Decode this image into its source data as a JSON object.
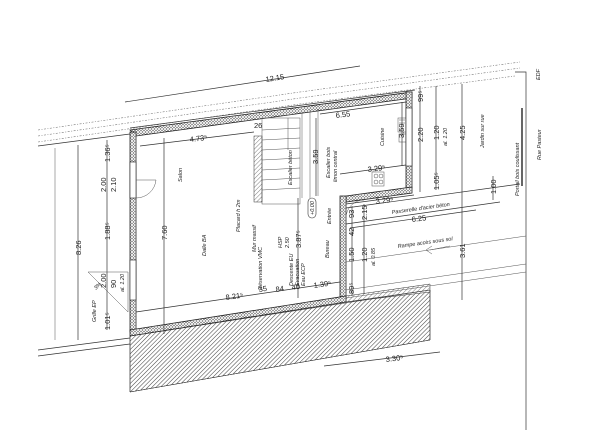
{
  "drawing": {
    "type": "architectural floor plan",
    "rooms": {
      "salon": "Salon",
      "cuisine": "Cuisine",
      "bureau": "Bureau",
      "entree": "Entrée",
      "jardin": "Jardin sur rue",
      "dalle": "Dalle BA",
      "hsp": "HSP",
      "hsp_value": "2.50"
    },
    "annotations": {
      "escalier_beton": "Escalier béton",
      "escalier_bois": "Escalier bois",
      "limon_central": "limon central",
      "passerelle": "Passerelle d'acier béton",
      "rampe": "Rampe accès sous sol",
      "portail": "Portail bois coulissant",
      "rue": "Rue Pasteur",
      "placard": "Placard h 2m",
      "mur_massif": "Mur massif",
      "gaine": "Descente EU",
      "gaine2": "Evacuation",
      "gaine3": "Eau ECP",
      "reservation_vmc": "Réservation VMC",
      "grille": "Grille EP",
      "level": "+0.00",
      "edf": "EDF",
      "pente": "3%"
    },
    "dimensions": {
      "overall_width": "12.15",
      "salon_width": "4.73⁵",
      "kitchen_width": "6.55",
      "wall_26": "26",
      "stair_359": "3.59",
      "kitchen_359": "3.59",
      "kitchen_329": "3.29⁵",
      "entree_329": "3.29⁵",
      "passerelle_625": "6.25",
      "right_99": "99⁵",
      "right_220": "2.20",
      "right_120": "1.20",
      "right_al120": "al. 1.20",
      "right_425": "4.25",
      "right_105": "1.05⁵",
      "right_100": "1.00",
      "right_361": "3.61",
      "entree_93": "93",
      "entree_215": "2.15",
      "entree_42": "42",
      "bureau_150": "1.50",
      "bureau_120": "1.20",
      "bureau_al085": "al. 0.85",
      "bureau_89": "89⁵",
      "bureau_387": "3.87⁵",
      "left_136": "1.36⁵",
      "left_200": "2.00",
      "left_210": "2.10",
      "left_188": "1.88⁵",
      "left_826": "8.26",
      "left_2_00b": "2.00",
      "left_90": "90",
      "left_al120": "al. 1.20",
      "left_101": "1.01⁵",
      "salon_760": "7.60",
      "bottom_821": "8.21⁵",
      "bottom_35": "35",
      "bottom_84": "84",
      "bottom_40": "40",
      "bottom_139": "1.39⁵",
      "bottom_330": "3.30⁵"
    }
  }
}
